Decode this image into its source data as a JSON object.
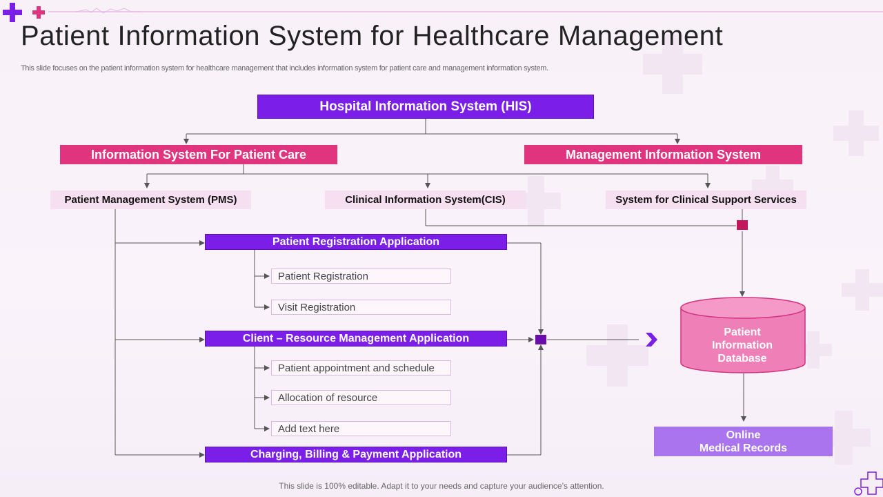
{
  "title": "Patient Information System for Healthcare Management",
  "subtitle": "This slide focuses on the patient information system for healthcare management that includes information system for patient care and management information system.",
  "footer": "This slide is 100% editable. Adapt it to your needs and capture your audience’s attention.",
  "his": "Hospital Information System (HIS)",
  "patient_care": "Information System For Patient Care",
  "mis": "Management Information System",
  "pms": "Patient Management System (PMS)",
  "cis": "Clinical Information System(CIS)",
  "clinical_support": "System for Clinical Support Services",
  "applications": [
    {
      "label": "Patient Registration  Application",
      "items": [
        "Patient Registration",
        "Visit Registration"
      ]
    },
    {
      "label": "Client – Resource Management  Application",
      "items": [
        "Patient appointment and schedule",
        "Allocation of resource",
        "Add text here"
      ]
    },
    {
      "label": "Charging, Billing & Payment Application",
      "items": []
    }
  ],
  "database": {
    "line1": "Patient",
    "line2": "Information",
    "line3": "Database"
  },
  "online_records": {
    "line1": "Online",
    "line2": "Medical Records"
  },
  "colors": {
    "purple": "#7b1fe8",
    "pink": "#e0347f",
    "database": "#ef7fb7",
    "online_records": "#a974ee",
    "light": "#f6dff0"
  }
}
